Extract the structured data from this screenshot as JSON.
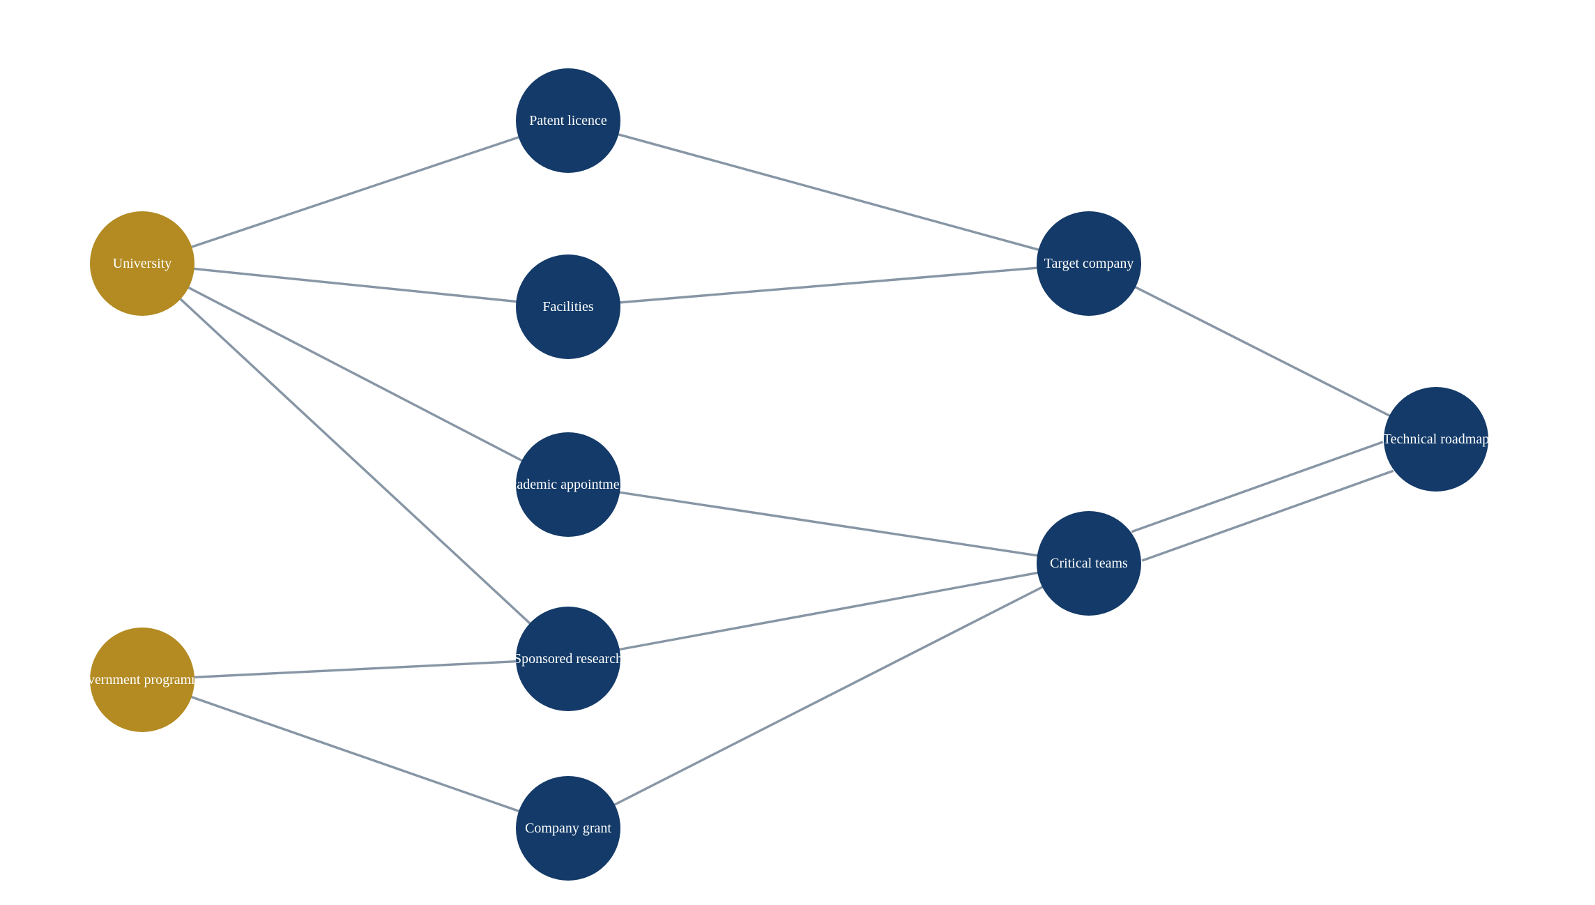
{
  "colors": {
    "source_node": "#b38b22",
    "node": "#133a68",
    "edge": "#8796a5",
    "label": "#ffffff",
    "background": "#ffffff"
  },
  "nodes": [
    {
      "id": "university",
      "label": "University",
      "kind": "source"
    },
    {
      "id": "government",
      "label": "Government programmes",
      "kind": "source"
    },
    {
      "id": "patent",
      "label": "Patent licence",
      "kind": "intermediate"
    },
    {
      "id": "facilities",
      "label": "Facilities",
      "kind": "intermediate"
    },
    {
      "id": "academic",
      "label": "Academic appointments",
      "kind": "intermediate"
    },
    {
      "id": "sponsored",
      "label": "Sponsored research",
      "kind": "intermediate"
    },
    {
      "id": "grant",
      "label": "Company grant",
      "kind": "intermediate"
    },
    {
      "id": "target",
      "label": "Target company",
      "kind": "intermediate"
    },
    {
      "id": "teams",
      "label": "Critical teams",
      "kind": "intermediate"
    },
    {
      "id": "roadmap",
      "label": "Technical roadmap",
      "kind": "intermediate"
    }
  ],
  "edges": [
    {
      "from": "university",
      "to": "patent"
    },
    {
      "from": "university",
      "to": "facilities"
    },
    {
      "from": "university",
      "to": "academic"
    },
    {
      "from": "university",
      "to": "sponsored"
    },
    {
      "from": "government",
      "to": "sponsored"
    },
    {
      "from": "government",
      "to": "grant"
    },
    {
      "from": "patent",
      "to": "target"
    },
    {
      "from": "facilities",
      "to": "target"
    },
    {
      "from": "academic",
      "to": "teams"
    },
    {
      "from": "sponsored",
      "to": "teams"
    },
    {
      "from": "grant",
      "to": "teams"
    },
    {
      "from": "target",
      "to": "roadmap"
    },
    {
      "from": "teams",
      "to": "roadmap"
    },
    {
      "from": "teams",
      "to": "roadmap"
    }
  ]
}
